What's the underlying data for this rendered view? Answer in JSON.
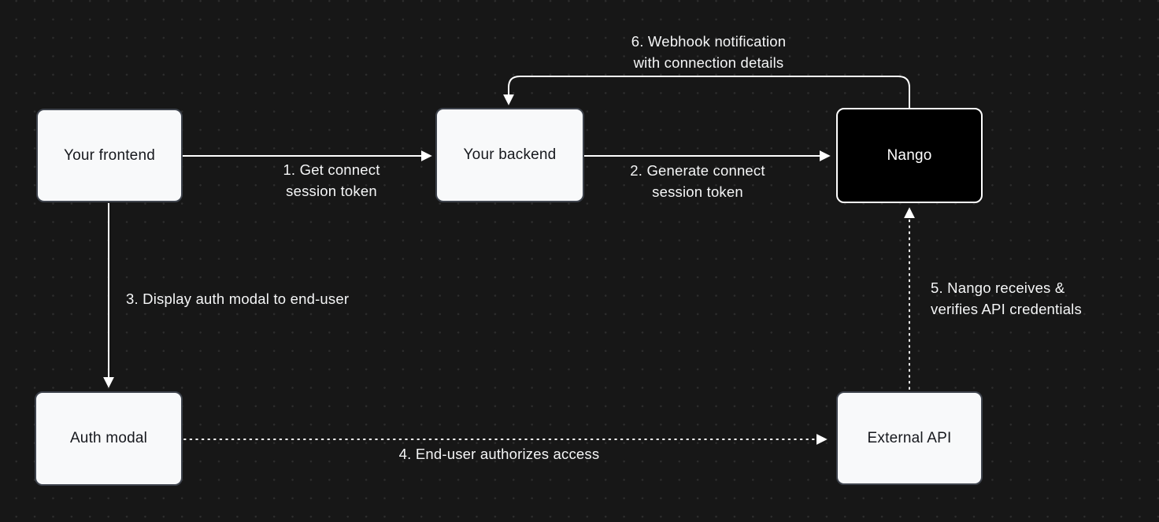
{
  "diagram": {
    "description": "Auth flow diagram",
    "nodes": {
      "frontend": {
        "label": "Your frontend"
      },
      "backend": {
        "label": "Your backend"
      },
      "nango": {
        "label": "Nango"
      },
      "auth_modal": {
        "label": "Auth modal"
      },
      "external_api": {
        "label": "External API"
      }
    },
    "steps": {
      "step1": {
        "label": "1. Get connect\nsession token",
        "from": "Your frontend",
        "to": "Your backend",
        "style": "solid"
      },
      "step2": {
        "label": "2. Generate connect\nsession token",
        "from": "Your backend",
        "to": "Nango",
        "style": "solid"
      },
      "step3": {
        "label": "3. Display auth modal to end-user",
        "from": "Your frontend",
        "to": "Auth modal",
        "style": "solid"
      },
      "step4": {
        "label": "4. End-user authorizes access",
        "from": "Auth modal",
        "to": "External API",
        "style": "dotted"
      },
      "step5": {
        "label": "5. Nango receives &\nverifies API credentials",
        "from": "External API",
        "to": "Nango",
        "style": "dotted"
      },
      "step6": {
        "label": "6. Webhook notification\nwith connection details",
        "from": "Nango",
        "to": "Your backend",
        "style": "solid"
      }
    },
    "colors": {
      "background": "#171717",
      "grid_dot": "#2d2d2d",
      "node_fill": "#f8f9fa",
      "node_border": "#3e434c",
      "node_text": "#16181d",
      "nango_fill": "#000000",
      "nango_border": "#ffffff",
      "nango_text": "#ffffff",
      "edge_line": "#ffffff",
      "edge_label_text": "#f5f6f7"
    }
  }
}
